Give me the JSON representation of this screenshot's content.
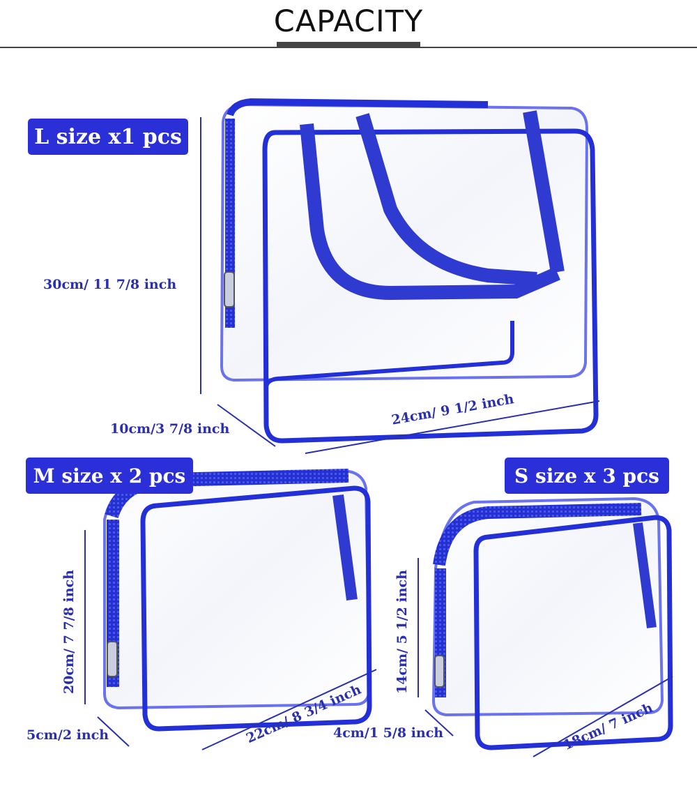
{
  "header": {
    "title": "CAPACITY"
  },
  "sizes": {
    "large": {
      "label": "L  size x1 pcs",
      "height": "30cm/ 11 7/8 inch",
      "depth": "10cm/3 7/8 inch",
      "width": "24cm/ 9 1/2 inch"
    },
    "medium": {
      "label": "M size x 2 pcs",
      "height": "20cm/ 7 7/8 inch",
      "depth": "5cm/2 inch",
      "width": "22cm/ 8 3/4 inch"
    },
    "small": {
      "label": "S size x 3 pcs",
      "height": "14cm/ 5 1/2 inch",
      "depth": "4cm/1 5/8 inch",
      "width": "18cm/ 7 inch"
    }
  },
  "colors": {
    "accent": "#2a2fd8",
    "trim": "#2330d8",
    "text": "#2a2fb0"
  }
}
